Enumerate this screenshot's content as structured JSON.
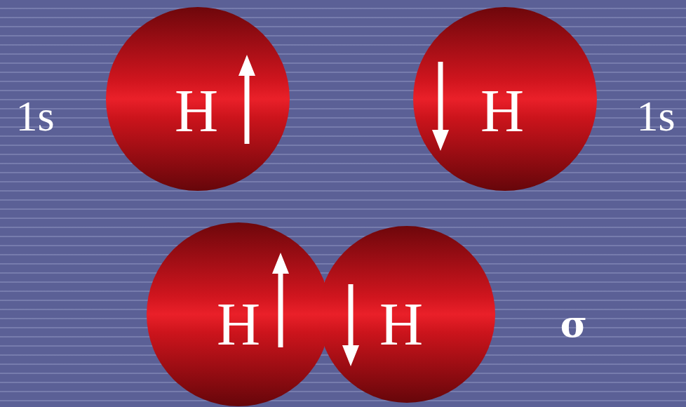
{
  "diagram": {
    "nodes": [
      {
        "text": [
          "H"
        ]
      },
      {
        "text": [
          "H"
        ]
      },
      {
        "text": [
          "H"
        ]
      },
      {
        "text": [
          "H"
        ]
      }
    ],
    "labels": [
      "1s",
      "1s",
      "σ"
    ]
  }
}
